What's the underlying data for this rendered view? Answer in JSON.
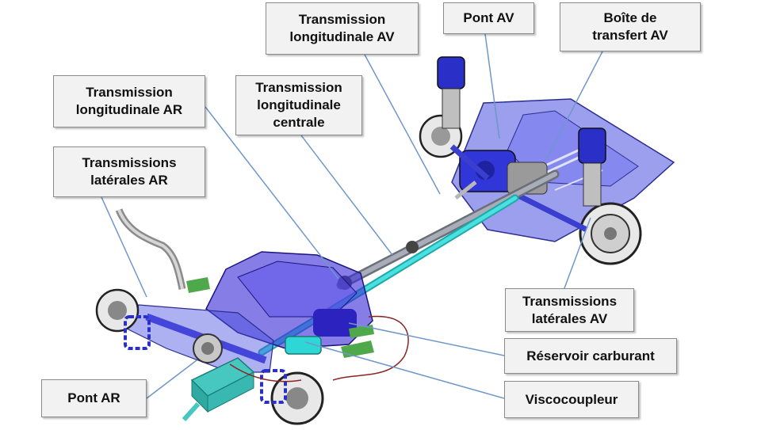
{
  "labels": {
    "transmission_longitudinale_av": "Transmission\nlongitudinale AV",
    "pont_av": "Pont AV",
    "boite_transfert_av": "Boîte de\ntransfert AV",
    "transmission_longitudinale_ar": "Transmission\nlongitudinale AR",
    "transmission_longitudinale_centrale": "Transmission\nlongitudinale\ncentrale",
    "transmissions_laterales_ar": "Transmissions\nlatérales AR",
    "transmissions_laterales_av": "Transmissions\nlatérales AV",
    "reservoir_carburant": "Réservoir carburant",
    "viscocoupleur": "Viscocoupleur",
    "pont_ar": "Pont AR"
  },
  "colors": {
    "leader_line": "#6f97c9",
    "label_bg": "#f2f2f2",
    "fuel_tank": "#3b2fd6",
    "shaft_cyan": "#2fd6d6",
    "shaft_grey": "#8a8f99",
    "subframe": "#4a4fe0",
    "muffler": "#46c8c0"
  }
}
